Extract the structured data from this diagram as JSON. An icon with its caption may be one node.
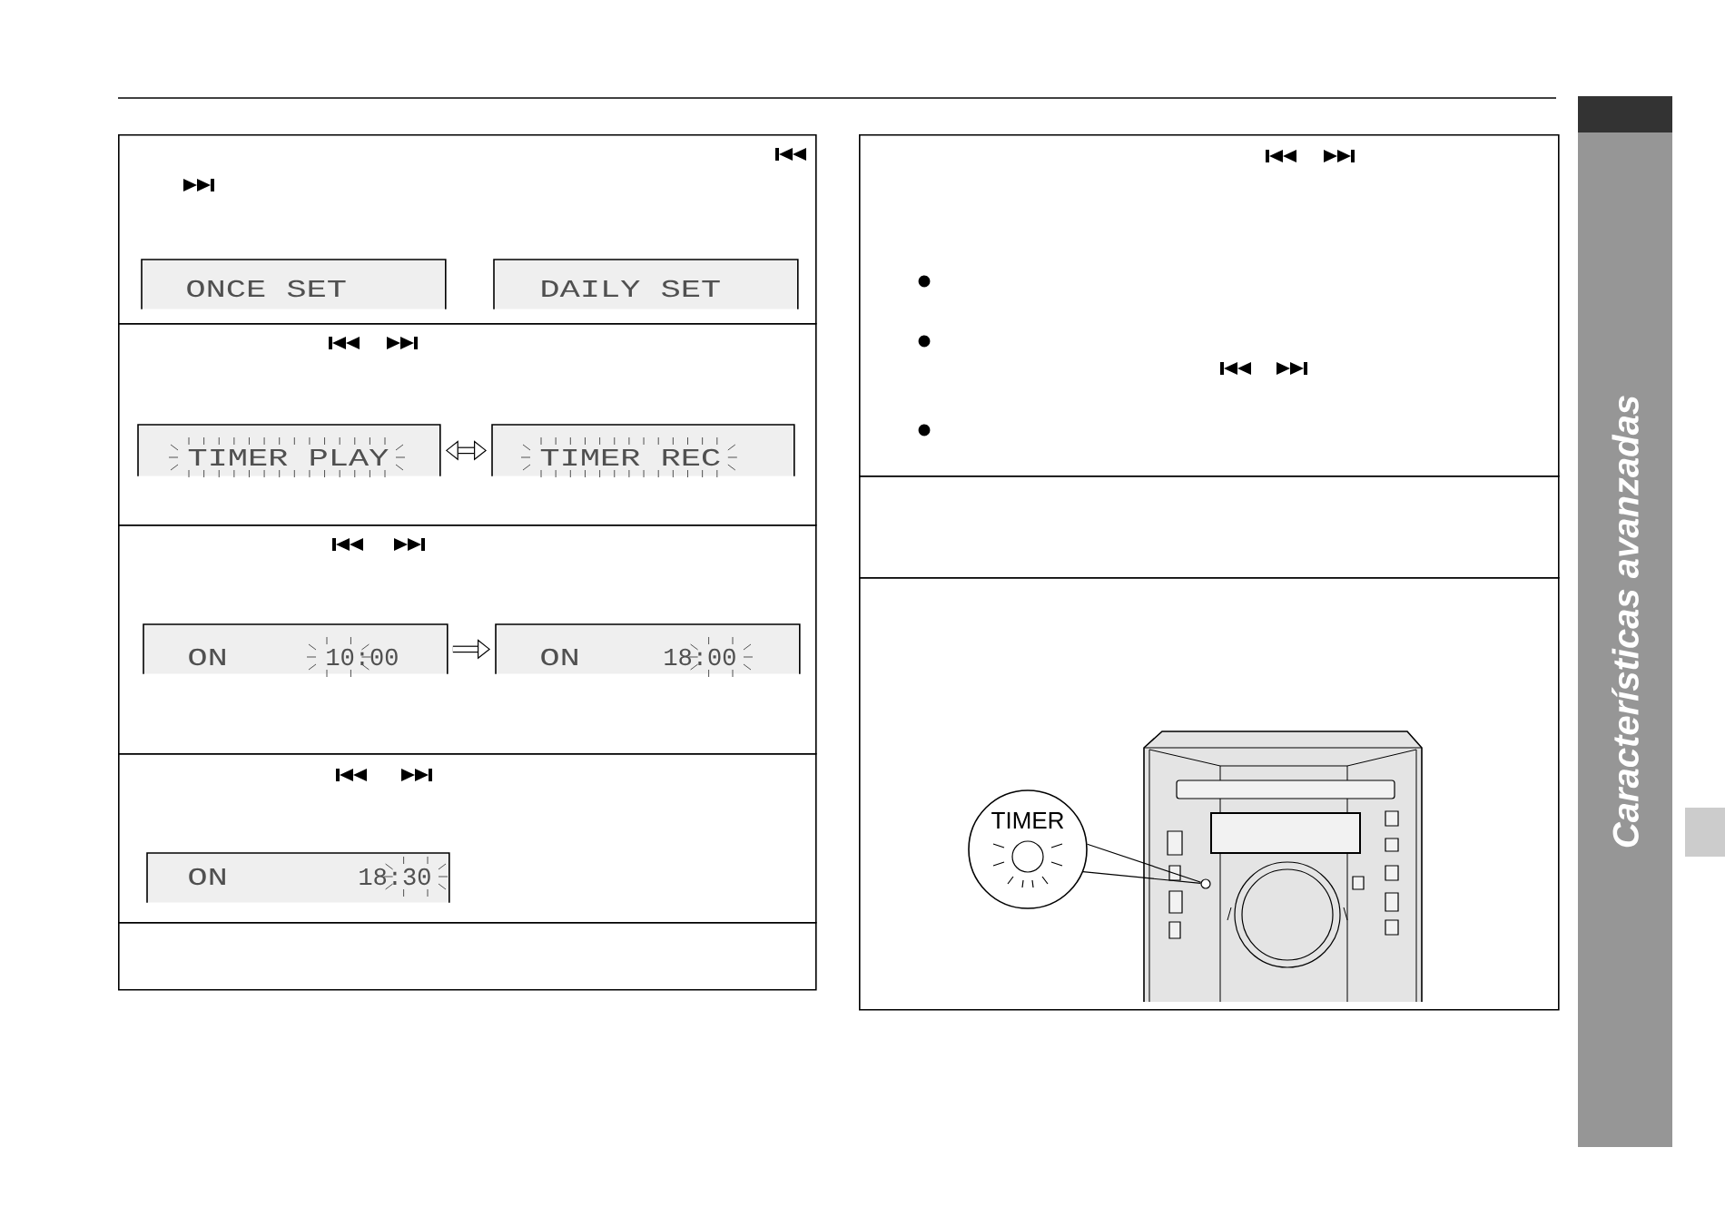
{
  "diagram": {
    "nodes": [
      {
        "text": [],
        "shape": "box"
      },
      {
        "text": [
          "ONCE SET"
        ],
        "in": 0
      },
      {
        "text": [
          "DAILY SET"
        ],
        "in": 0
      },
      {
        "text": [],
        "shape": "box"
      },
      {
        "text": [
          "TIMER PLAY"
        ],
        "in": 3
      },
      {
        "text": [
          "TIMER REC"
        ],
        "in": 3
      },
      {
        "text": [],
        "shape": "box"
      },
      {
        "text": [
          "ON",
          "10:00"
        ],
        "in": 6
      },
      {
        "text": [
          "ON",
          "18:00"
        ],
        "in": 6
      },
      {
        "text": [],
        "shape": "box"
      },
      {
        "text": [
          "ON",
          "18:30"
        ],
        "in": 9
      },
      {
        "text": [],
        "shape": "box"
      },
      {
        "text": [],
        "shape": "box"
      },
      {
        "text": [],
        "shape": "box"
      },
      {
        "text": [],
        "shape": "box"
      },
      {
        "text": [
          "TIMER"
        ],
        "in": 14
      },
      {
        "text": [],
        "shape": "picture",
        "in": 14
      },
      {
        "text": [],
        "shape": "circle",
        "in": 16
      },
      {
        "text": [
          "Características avanzadas"
        ]
      }
    ],
    "edges": [
      {
        "from": 4,
        "to": 5,
        "arrow": "both"
      },
      {
        "from": 7,
        "to": 8,
        "arrow": "to"
      },
      {
        "from": 15,
        "to": 17,
        "arrow": "none"
      }
    ]
  }
}
